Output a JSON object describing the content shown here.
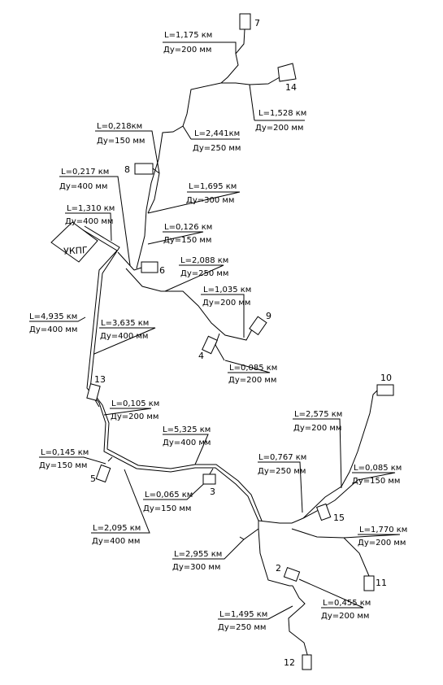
{
  "plant": {
    "label": "УКПГ"
  },
  "nodes": [
    "7",
    "14",
    "8",
    "6",
    "9",
    "4",
    "13",
    "5",
    "3",
    "10",
    "15",
    "11",
    "2",
    "12"
  ],
  "segments": [
    {
      "l": "L=1,175 км",
      "d": "Ду=200 мм"
    },
    {
      "l": "L=1,528 км",
      "d": "Ду=200 мм"
    },
    {
      "l": "L=0,218км",
      "d": "Ду=150 мм"
    },
    {
      "l": "L=2,441км",
      "d": "Ду=250 мм"
    },
    {
      "l": "L=0,217 км",
      "d": "Ду=400 мм"
    },
    {
      "l": "L=1,695 км",
      "d": "Ду=300 мм"
    },
    {
      "l": "L=1,310 км",
      "d": "Ду=400 мм"
    },
    {
      "l": "L=0,126 км",
      "d": "Ду=150 мм"
    },
    {
      "l": "L=2,088 км",
      "d": "Ду=250 мм"
    },
    {
      "l": "L=1,035 км",
      "d": "Ду=200 мм"
    },
    {
      "l": "L=4,935 км",
      "d": "Ду=400 мм"
    },
    {
      "l": "L=3,635 км",
      "d": "Ду=400 мм"
    },
    {
      "l": "L=0,085 км",
      "d": "Ду=200 мм"
    },
    {
      "l": "L=0,105 км",
      "d": "Ду=200 мм"
    },
    {
      "l": "L=5,325 км",
      "d": "Ду=400 мм"
    },
    {
      "l": "L=2,575 км",
      "d": "Ду=200 мм"
    },
    {
      "l": "L=0,767 км",
      "d": "Ду=250 мм"
    },
    {
      "l": "L=0,145 км",
      "d": "Ду=150 мм"
    },
    {
      "l": "L=0,065 км",
      "d": "Ду=150 мм"
    },
    {
      "l": "L=0,085 км",
      "d": "Ду=150 мм"
    },
    {
      "l": "L=2,095 км",
      "d": "Ду=400 мм"
    },
    {
      "l": "L=1,770 км",
      "d": "Ду=200 мм"
    },
    {
      "l": "L=2,955 км",
      "d": "Ду=300 мм"
    },
    {
      "l": "L=0,455 км",
      "d": "Ду=200 мм"
    },
    {
      "l": "L=1,495 км",
      "d": "Ду=250 мм"
    }
  ]
}
